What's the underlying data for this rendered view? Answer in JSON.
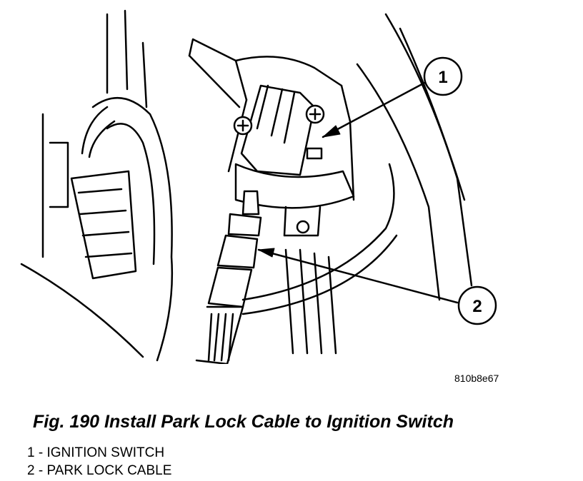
{
  "figure": {
    "id": "810b8e67",
    "caption": "Fig. 190 Install Park Lock Cable to Ignition Switch"
  },
  "callouts": [
    {
      "number": "1",
      "label": "IGNITION SWITCH"
    },
    {
      "number": "2",
      "label": "PARK LOCK CABLE"
    }
  ],
  "legend": [
    "1 - IGNITION SWITCH",
    "2 - PARK LOCK CABLE"
  ]
}
